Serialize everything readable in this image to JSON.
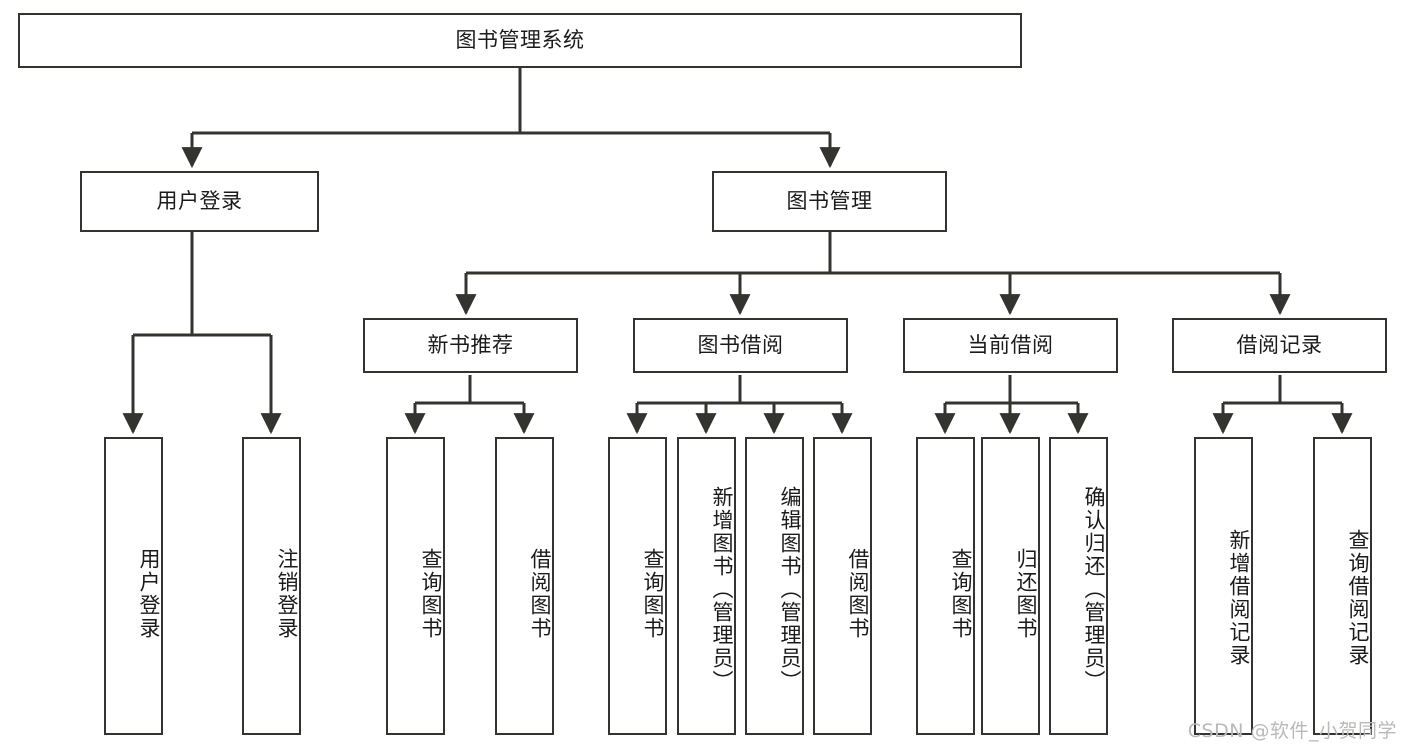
{
  "diagram": {
    "title": "图书管理系统",
    "type": "tree",
    "root": {
      "id": "root",
      "label": "图书管理系统",
      "orientation": "horizontal"
    },
    "level2": [
      {
        "id": "user-login",
        "label": "用户登录",
        "orientation": "horizontal"
      },
      {
        "id": "book-management",
        "label": "图书管理",
        "orientation": "horizontal"
      }
    ],
    "level3": [
      {
        "id": "new-book-recommend",
        "label": "新书推荐",
        "orientation": "horizontal",
        "parent": "book-management"
      },
      {
        "id": "book-borrow",
        "label": "图书借阅",
        "orientation": "horizontal",
        "parent": "book-management"
      },
      {
        "id": "current-borrow",
        "label": "当前借阅",
        "orientation": "horizontal",
        "parent": "book-management"
      },
      {
        "id": "borrow-record",
        "label": "借阅记录",
        "orientation": "horizontal",
        "parent": "book-management"
      }
    ],
    "leaves": [
      {
        "id": "leaf-user-login",
        "label": "用户登录",
        "parent": "user-login"
      },
      {
        "id": "leaf-logout-login",
        "label": "注销登录",
        "parent": "user-login"
      },
      {
        "id": "leaf-query-book-1",
        "label": "查询图书",
        "parent": "new-book-recommend"
      },
      {
        "id": "leaf-borrow-book-1",
        "label": "借阅图书",
        "parent": "new-book-recommend"
      },
      {
        "id": "leaf-query-book-2",
        "label": "查询图书",
        "parent": "book-borrow"
      },
      {
        "id": "leaf-add-book",
        "label": "新增图书（管理员）",
        "parent": "book-borrow"
      },
      {
        "id": "leaf-edit-book",
        "label": "编辑图书（管理员）",
        "parent": "book-borrow"
      },
      {
        "id": "leaf-borrow-book-2",
        "label": "借阅图书",
        "parent": "book-borrow"
      },
      {
        "id": "leaf-query-book-3",
        "label": "查询图书",
        "parent": "current-borrow"
      },
      {
        "id": "leaf-return-book",
        "label": "归还图书",
        "parent": "current-borrow"
      },
      {
        "id": "leaf-confirm-return",
        "label": "确认归还（管理员）",
        "parent": "current-borrow"
      },
      {
        "id": "leaf-add-record",
        "label": "新增借阅记录",
        "parent": "borrow-record"
      },
      {
        "id": "leaf-query-record",
        "label": "查询借阅记录",
        "parent": "borrow-record"
      }
    ],
    "colors": {
      "stroke": "#33332f",
      "background": "#ffffff",
      "text": "#1b1b1b",
      "watermark": "#b9b9b9"
    }
  },
  "watermark": {
    "text": "CSDN @软件_小贺同学"
  }
}
